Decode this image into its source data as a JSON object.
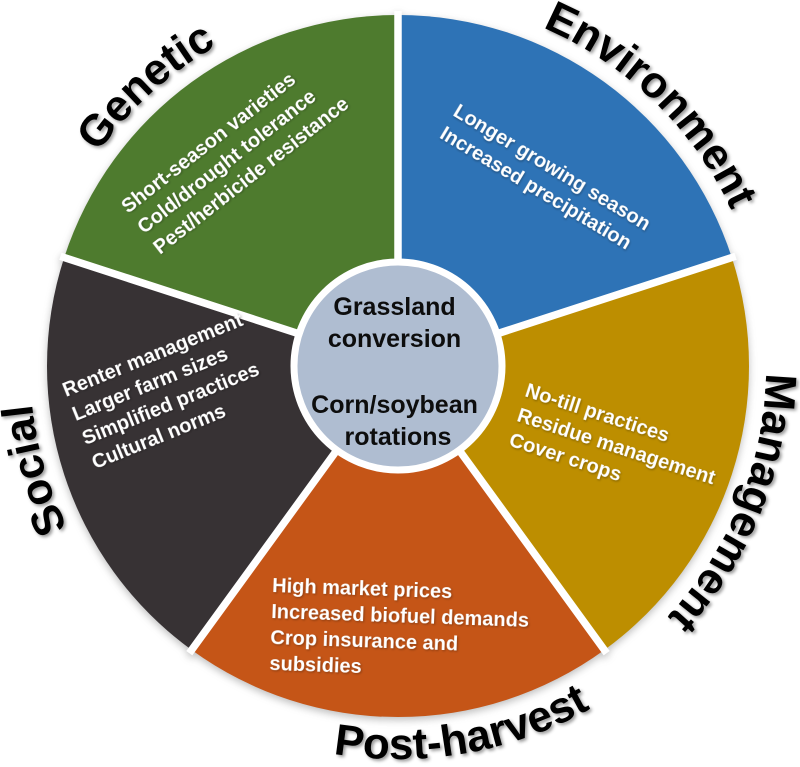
{
  "diagram": {
    "center": {
      "lines": [
        "Grassland",
        "conversion",
        "Corn/soybean",
        "rotations"
      ],
      "full_text": [
        "Grassland conversion",
        "Corn/soybean rotations"
      ]
    },
    "segments": [
      {
        "id": "environment",
        "label": "Environment",
        "color": "#2E73B6",
        "items": [
          "Longer growing season",
          "Increased precipitation"
        ]
      },
      {
        "id": "genetic",
        "label": "Genetic",
        "color": "#4E7B2E",
        "items": [
          "Short-season varieties",
          "Cold/drought tolerance",
          "Pest/herbicide resistance"
        ]
      },
      {
        "id": "social",
        "label": "Social",
        "color": "#373234",
        "items": [
          "Renter management",
          "Larger farm sizes",
          "Simplified practices",
          "Cultural norms"
        ]
      },
      {
        "id": "post-harvest",
        "label": "Post-harvest",
        "color": "#C55517",
        "items": [
          "High market prices",
          "Increased biofuel demands",
          "Crop insurance and",
          "subsidies"
        ]
      },
      {
        "id": "management",
        "label": "Management",
        "color": "#BD8E00",
        "items": [
          "No-till practices",
          "Residue management",
          "Cover crops"
        ]
      }
    ],
    "colors": {
      "center_fill": "#AFBDD1",
      "divider": "#FFFFFF",
      "ring_stroke": "#FFFFFF",
      "wedge_text": "#FFFFFF",
      "label_text": "#000000",
      "center_text": "#0D0D0D",
      "background": "#FFFFFF"
    }
  }
}
